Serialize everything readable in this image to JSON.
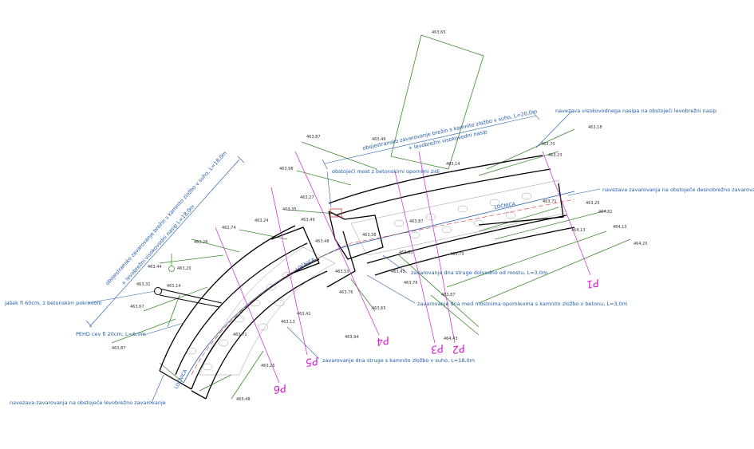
{
  "colors": {
    "background": "#ffffff",
    "bank_line": "#000000",
    "terrain": "#3a8a2a",
    "annotation": "#1f5aa6",
    "profile": "#d01fd0",
    "axis_red": "#e03030",
    "stone_fill": "#888888"
  },
  "notes": {
    "left_long": "obojestransko zavarovanje brežin s kamnito zložbo v suho, L=18,0m",
    "left_long_2": "+ levobrežni visokovodni nasip L=18,0m",
    "top_long": "obojestransko zavarovanje brežin s kamnito zložbo v suho, L=20,0m",
    "top_long_2": "+ levobrežni visokovodni nasip",
    "bridge": "obstoječi most z betonskimi opornimi zidi",
    "right_top": "navezava visokovodnega nasipa na obstoječi levobrežni nasip",
    "right_mid": "navezava zavarovanja na obstoječe desnobrežno zavarovanje",
    "bed_bridge": "zavarovanje dna struge dolvodno od mostu, L=3,0m",
    "bed_mid": "zavarovanje dna med mostnima oporniкoma s kamnito zložbo v betonu, L=3,0m",
    "bed_bottom": "zavarovanje dna struge s kamnito zložbo v suho, L=18,0m",
    "pipe": "jašek fi 60cm, z betonskim pokrovom",
    "pe": "PEHD cev fi 20cm, L=6,0m",
    "bottom_left": "navezava zavarovanja na obstoječe levobrežno zavarovanje"
  },
  "river": {
    "name_1": "LOČNICA",
    "name_2": "LOČNICA",
    "name_3": "LOČNICA"
  },
  "profiles": [
    "P1",
    "P2",
    "P3",
    "P4",
    "P5",
    "P6"
  ],
  "elevations": {
    "e1": "463,65",
    "e2": "463,87",
    "e3": "463,98",
    "e4": "463,46",
    "e5": "463,14",
    "e6": "463,27",
    "e7": "463,35",
    "e8": "463,49",
    "e9": "463,24",
    "e10": "462,74",
    "e11": "463,26",
    "e12": "463,44",
    "e13": "463,20",
    "e14": "463,31",
    "e15": "463,14",
    "e16": "463,67",
    "e17": "463,87",
    "e18": "463,76",
    "e19": "463,65",
    "e20": "463,41",
    "e21": "463,13",
    "e22": "463,71",
    "e23": "463,25",
    "e24": "463,94",
    "e25": "463,48",
    "e26": "463,87",
    "e27": "463,73",
    "e28": "463,18",
    "e29": "463,70",
    "e30": "463,23",
    "e31": "463,71",
    "e32": "463,25",
    "e33": "464,82",
    "e34": "464,13",
    "e35": "464,25",
    "e36": "464,13",
    "e37": "464,43",
    "e38": "463,43",
    "e39": "463,87",
    "e40": "463,76",
    "e41": "463,38",
    "e42": "463,60",
    "e43": "463,48",
    "e44": "463,53"
  }
}
